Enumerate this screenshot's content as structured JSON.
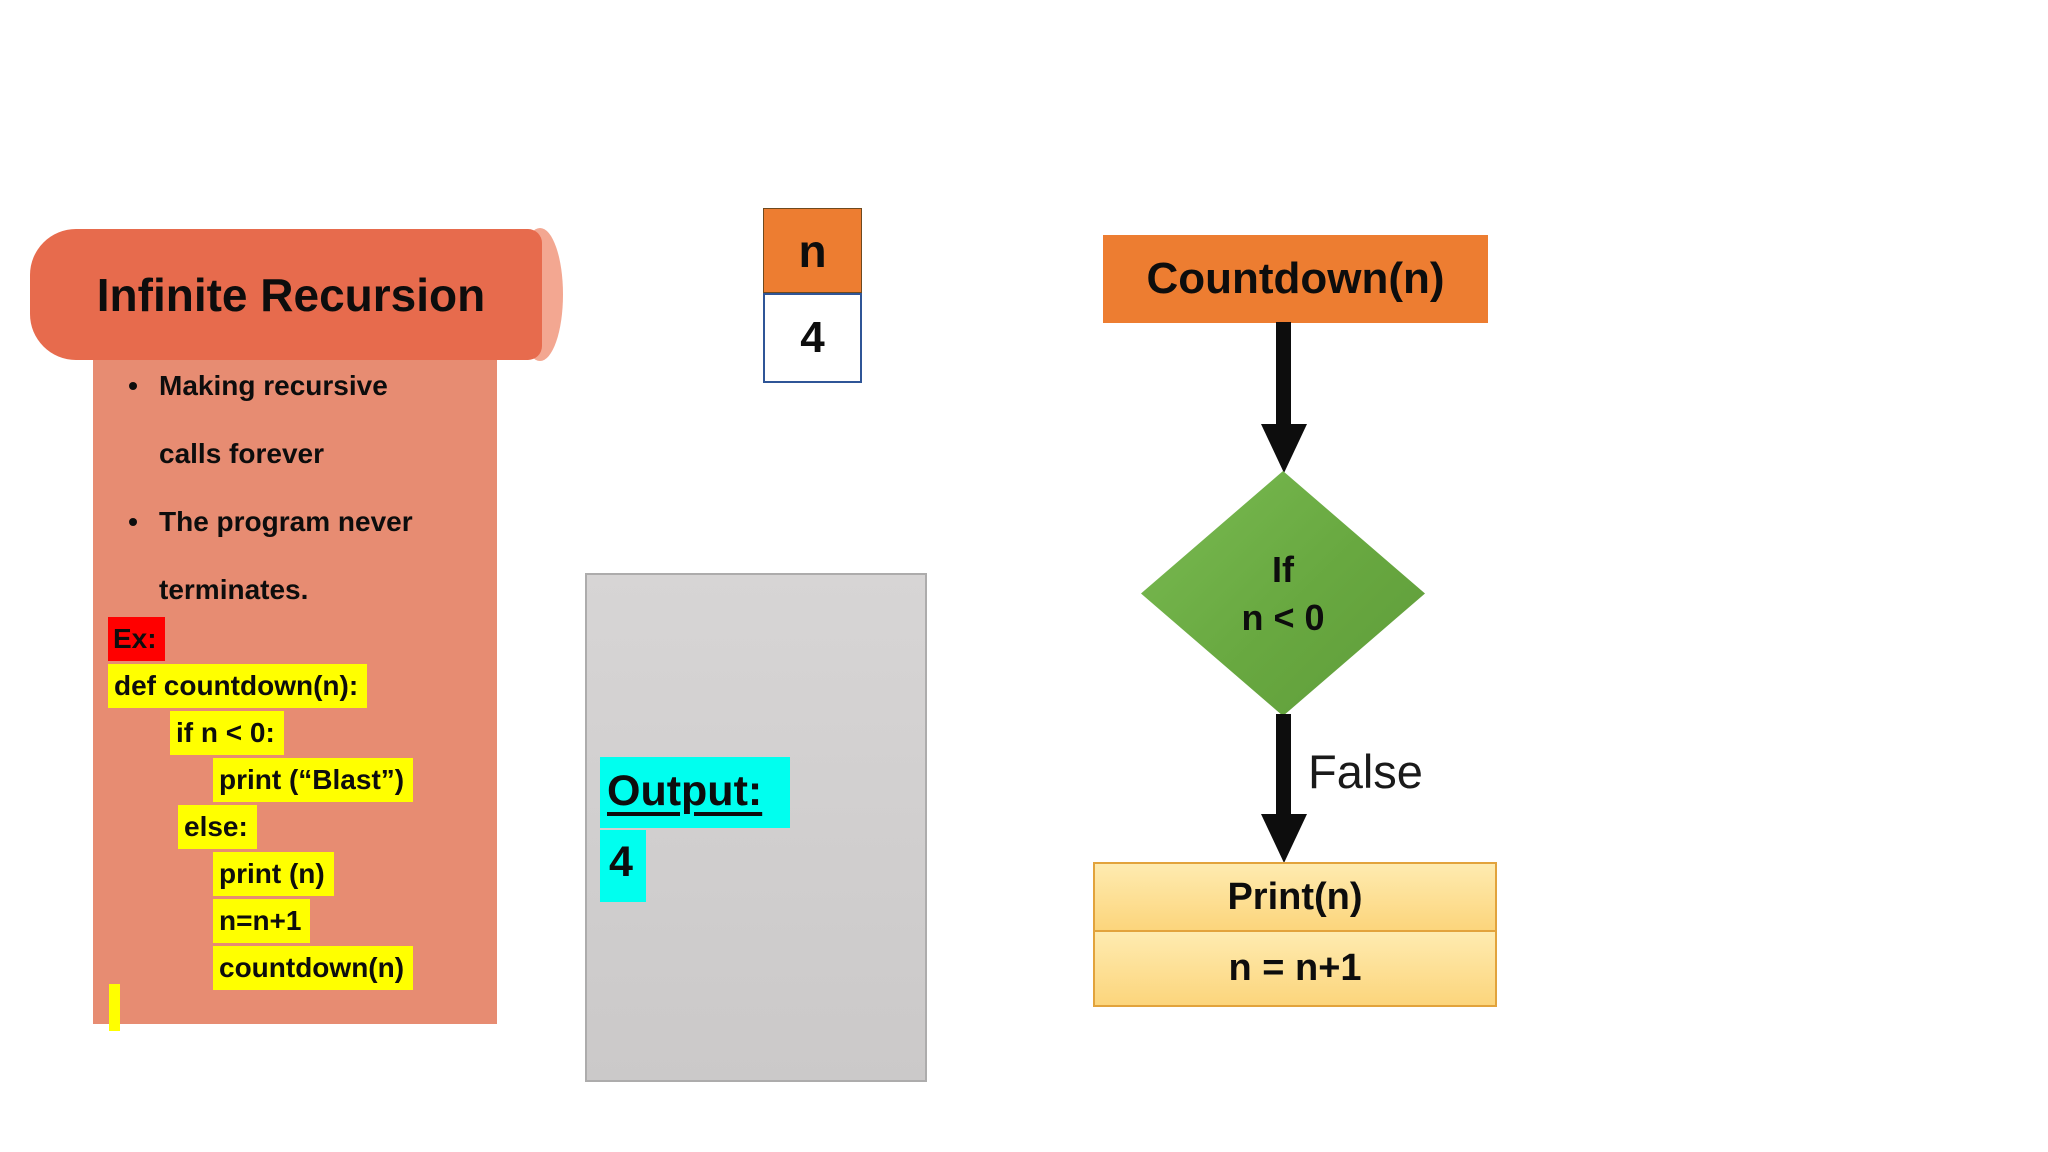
{
  "panel": {
    "title": "Infinite Recursion",
    "bullets": [
      "Making recursive\ncalls forever",
      "The program never\nterminates."
    ],
    "example_label": "Ex:",
    "code_lines": [
      "def countdown(n):",
      "if n < 0:",
      "print (“Blast”)",
      "else:",
      "print (n)",
      "n=n+1",
      "countdown(n)"
    ]
  },
  "variable": {
    "name": "n",
    "value": "4"
  },
  "output": {
    "label": "Output:",
    "value": "4"
  },
  "flowchart": {
    "start": "Countdown(n)",
    "condition_line1": "If",
    "condition_line2": "n < 0",
    "branch_label": "False",
    "step1": "Print(n)",
    "step2": "n = n+1"
  },
  "colors": {
    "scroll_header": "#E76B4D",
    "scroll_roll_end": "#F3A791",
    "scroll_body": "#E78C72",
    "highlight_yellow": "#FFFF00",
    "highlight_red": "#FF0000",
    "highlight_cyan": "#00FFEF",
    "output_panel_gray": "#D1CFCF",
    "node_orange": "#ED7D31",
    "decision_green": "#6FAD47",
    "process_amber": "#FCD57C",
    "process_border": "#E2A33C",
    "value_cell_border": "#2F5597",
    "arrow_black": "#0D0D0D"
  }
}
